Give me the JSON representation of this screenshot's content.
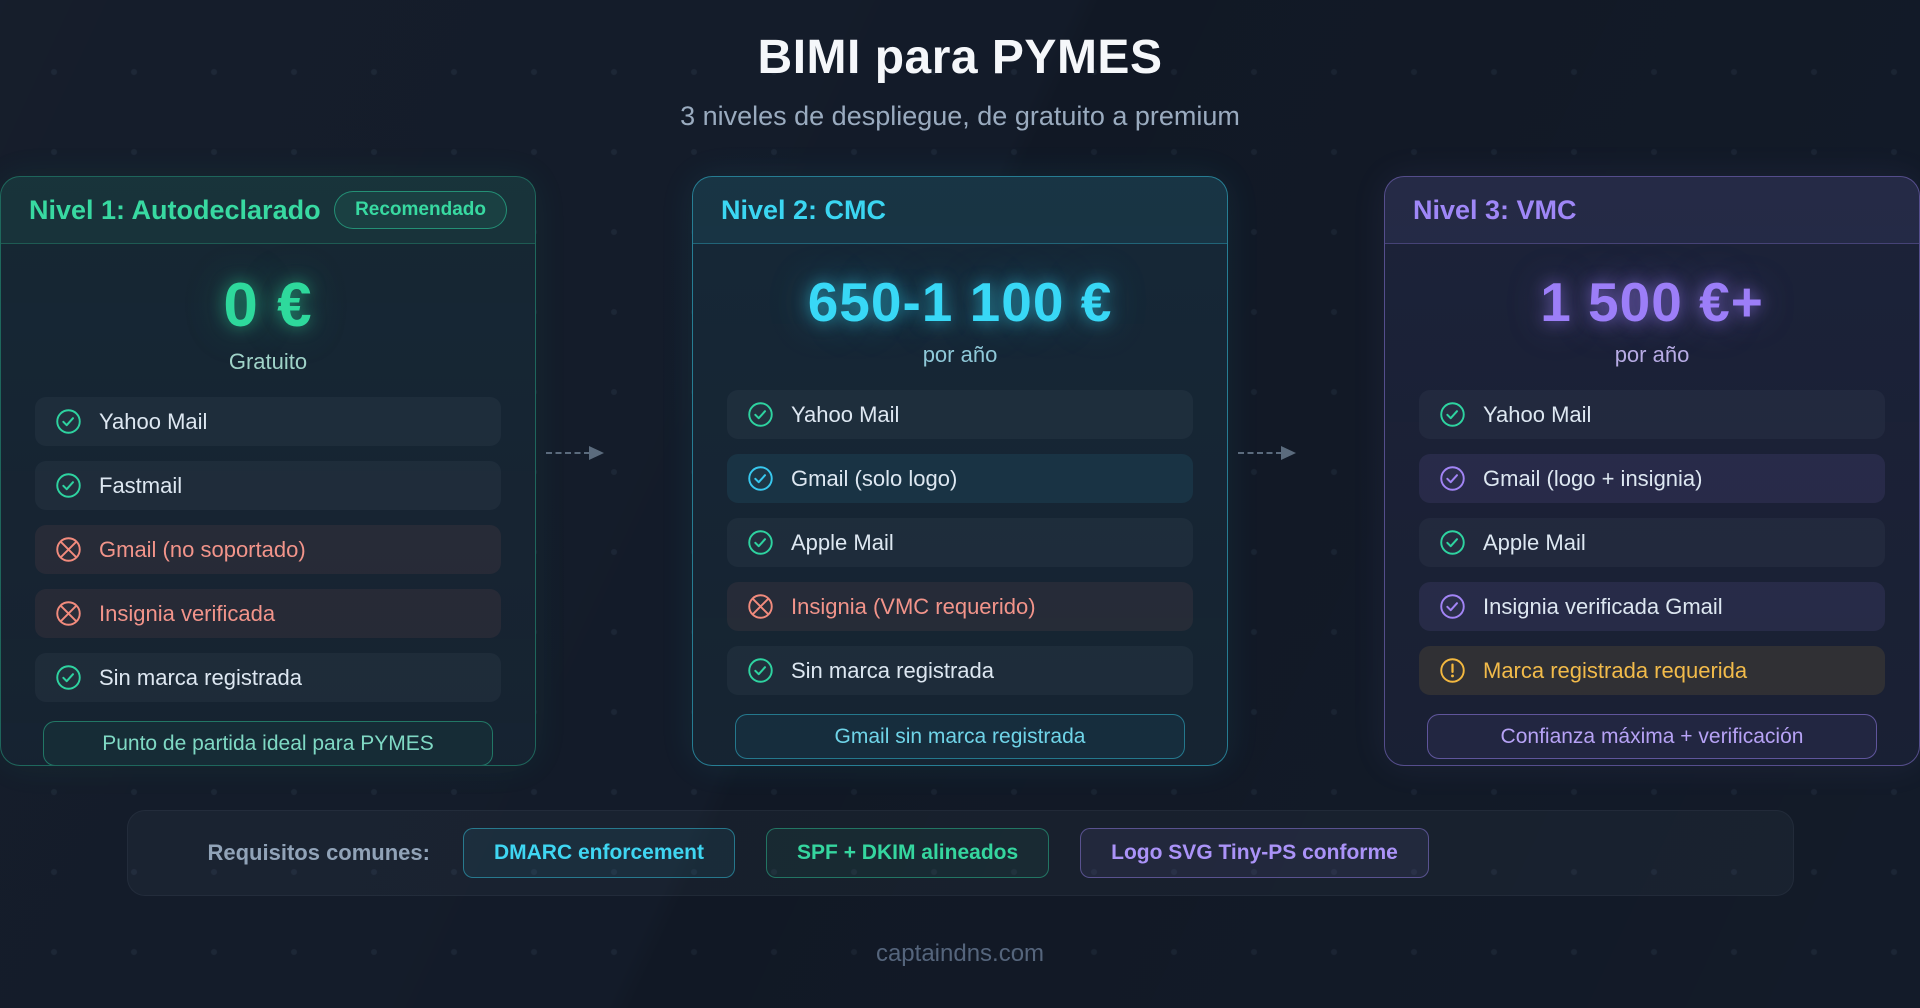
{
  "page": {
    "title": "BIMI para PYMES",
    "subtitle": "3 niveles de despliegue, de gratuito a premium",
    "site": "captaindns.com"
  },
  "colors": {
    "background": "#131b29",
    "green": "#2ed3a0",
    "cyan": "#38d4f2",
    "purple": "#9d86f7",
    "red": "#f28b7d",
    "amber": "#f3b83f"
  },
  "cards": [
    {
      "title": "Nivel 1: Autodeclarado",
      "badge": "Recomendado",
      "price": "0 €",
      "price_note": "Gratuito",
      "rows": [
        {
          "icon": "check-circle",
          "label": "Yahoo Mail",
          "status": "ok"
        },
        {
          "icon": "check-circle",
          "label": "Fastmail",
          "status": "ok"
        },
        {
          "icon": "x-circle",
          "label": "Gmail (no soportado)",
          "status": "no"
        },
        {
          "icon": "x-circle",
          "label": "Insignia verificada",
          "status": "no"
        },
        {
          "icon": "check-circle",
          "label": "Sin marca registrada",
          "status": "ok"
        }
      ],
      "footnote": "Punto de partida ideal para PYMES"
    },
    {
      "title": "Nivel 2: CMC",
      "price": "650-1 100 €",
      "price_note": "por año",
      "rows": [
        {
          "icon": "check-circle",
          "label": "Yahoo Mail",
          "status": "ok"
        },
        {
          "icon": "check-circle",
          "label": "Gmail (solo logo)",
          "status": "ok-highlight"
        },
        {
          "icon": "check-circle",
          "label": "Apple Mail",
          "status": "ok"
        },
        {
          "icon": "x-circle",
          "label": "Insignia (VMC requerido)",
          "status": "no"
        },
        {
          "icon": "check-circle",
          "label": "Sin marca registrada",
          "status": "ok"
        }
      ],
      "footnote": "Gmail sin marca registrada"
    },
    {
      "title": "Nivel 3: VMC",
      "price": "1 500 €+",
      "price_note": "por año",
      "rows": [
        {
          "icon": "check-circle",
          "label": "Yahoo Mail",
          "status": "ok"
        },
        {
          "icon": "check-circle",
          "label": "Gmail (logo + insignia)",
          "status": "ok-highlight"
        },
        {
          "icon": "check-circle",
          "label": "Apple Mail",
          "status": "ok"
        },
        {
          "icon": "check-circle",
          "label": "Insignia verificada Gmail",
          "status": "ok-highlight"
        },
        {
          "icon": "warning-circle",
          "label": "Marca registrada requerida",
          "status": "warn"
        }
      ],
      "footnote": "Confianza máxima + verificación"
    }
  ],
  "requirements": {
    "label": "Requisitos comunes:",
    "pills": [
      {
        "label": "DMARC enforcement",
        "accent": "cyan"
      },
      {
        "label": "SPF + DKIM alineados",
        "accent": "green"
      },
      {
        "label": "Logo SVG Tiny-PS conforme",
        "accent": "purple"
      }
    ]
  }
}
